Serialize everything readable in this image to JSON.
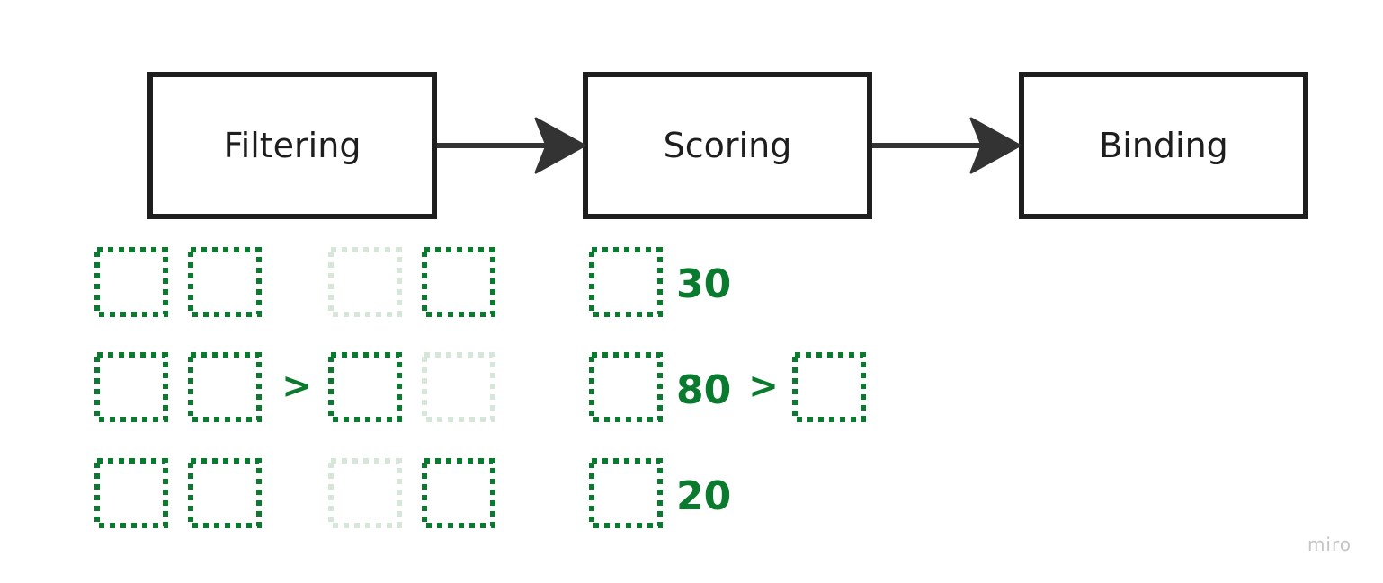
{
  "stages": [
    {
      "id": "filtering",
      "label": "Filtering"
    },
    {
      "id": "scoring",
      "label": "Scoring"
    },
    {
      "id": "binding",
      "label": "Binding"
    }
  ],
  "filtering": {
    "before_grid": [
      [
        true,
        true
      ],
      [
        true,
        true
      ],
      [
        true,
        true
      ]
    ],
    "after_grid": [
      [
        false,
        true
      ],
      [
        true,
        false
      ],
      [
        false,
        true
      ]
    ]
  },
  "scoring": {
    "scores": [
      "30",
      "80",
      "20"
    ],
    "selected_index": 1
  },
  "separator": ">",
  "watermark": "miro",
  "colors": {
    "node": "#0a7a2f",
    "node_filtered_out": "#d6e7d9",
    "box_stroke": "#1e1e1e",
    "arrow": "#333333",
    "text": "#1e1e1e"
  }
}
